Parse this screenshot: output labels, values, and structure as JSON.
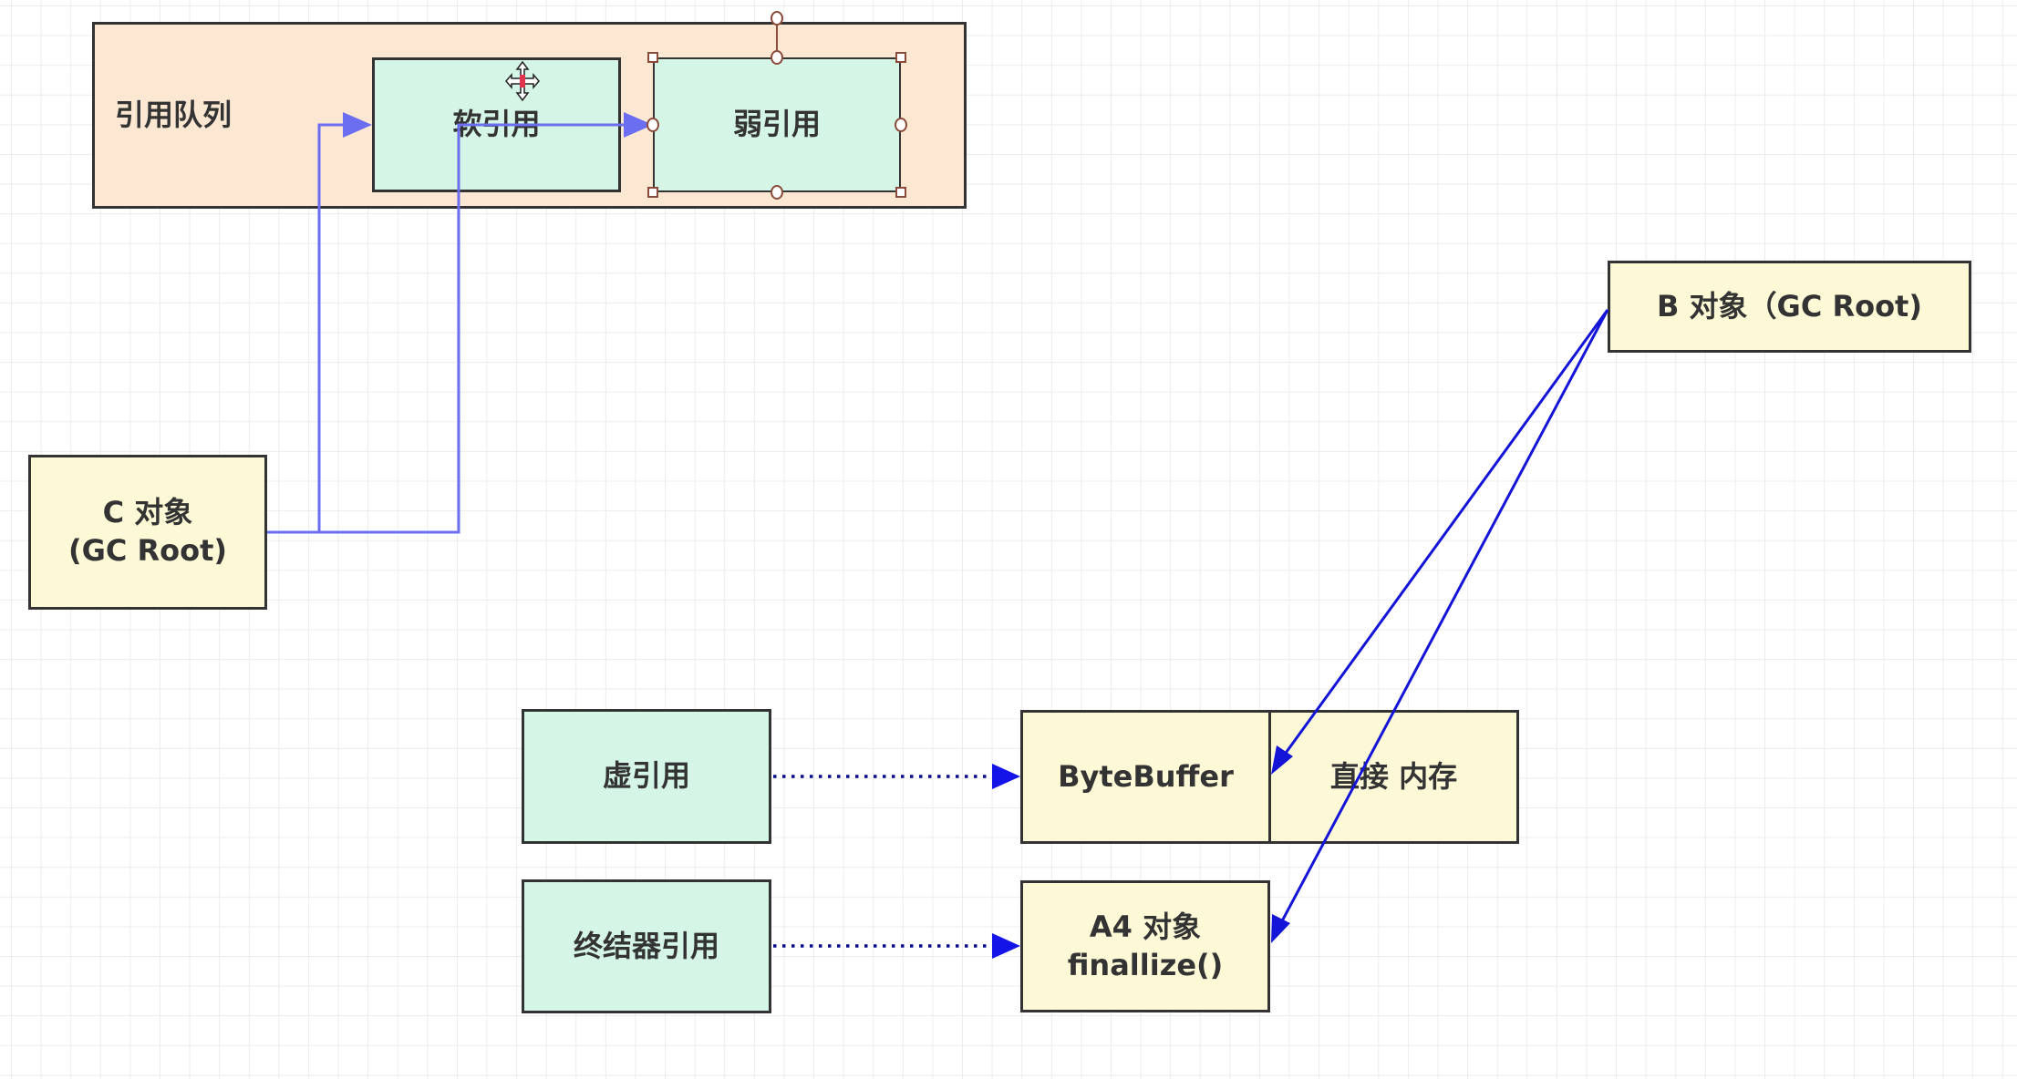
{
  "diagram": {
    "title": "Java reference types and reference queue",
    "colors": {
      "object_fill": "#fdf9d6",
      "reference_fill": "#d5f5e6",
      "queue_fill": "#fce7d3",
      "border": "#333333",
      "c_arrow": "#6b6ef0",
      "b_arrow": "#1414d8",
      "dotted_arrow": "#0a0a8c"
    },
    "nodes": {
      "queue": {
        "label": "引用队列"
      },
      "soft": {
        "label": "软引用"
      },
      "weak": {
        "label": "弱引用",
        "selected": true
      },
      "c_root": {
        "line1": "C 对象",
        "line2": "(GC Root)"
      },
      "b_root": {
        "label": "B 对象（GC Root)"
      },
      "phantom": {
        "label": "虚引用"
      },
      "finalizer": {
        "label": "终结器引用"
      },
      "bytebuffer": {
        "label": "ByteBuffer"
      },
      "direct_memory": {
        "label": "直接 内存"
      },
      "a4": {
        "line1": "A4 对象",
        "line2": "finallize()"
      }
    },
    "edges": [
      {
        "from": "c_root",
        "to": "soft",
        "style": "solid"
      },
      {
        "from": "c_root",
        "to": "weak",
        "style": "solid"
      },
      {
        "from": "b_root",
        "to": "bytebuffer",
        "style": "solid"
      },
      {
        "from": "b_root",
        "to": "a4",
        "style": "solid"
      },
      {
        "from": "phantom",
        "to": "bytebuffer",
        "style": "dotted"
      },
      {
        "from": "finalizer",
        "to": "a4",
        "style": "dotted"
      }
    ]
  }
}
